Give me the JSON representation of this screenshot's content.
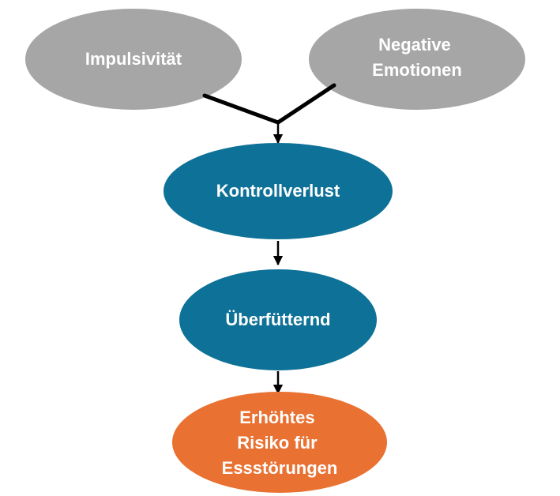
{
  "nodes": {
    "impulsivity": {
      "lines": [
        "Impulsivität"
      ],
      "color": "#a6a6a6"
    },
    "negative_emotions": {
      "lines": [
        "Negative",
        "Emotionen"
      ],
      "color": "#a6a6a6"
    },
    "loss_of_control": {
      "lines": [
        "Kontrollverlust"
      ],
      "color": "#0e7197"
    },
    "overeating": {
      "lines": [
        "Überfütternd"
      ],
      "color": "#0e7197"
    },
    "eating_disorder_risk": {
      "lines": [
        "Erhöhtes",
        "Risiko für",
        "Essstörungen"
      ],
      "color": "#e97132"
    }
  },
  "connector_color": "#000000"
}
